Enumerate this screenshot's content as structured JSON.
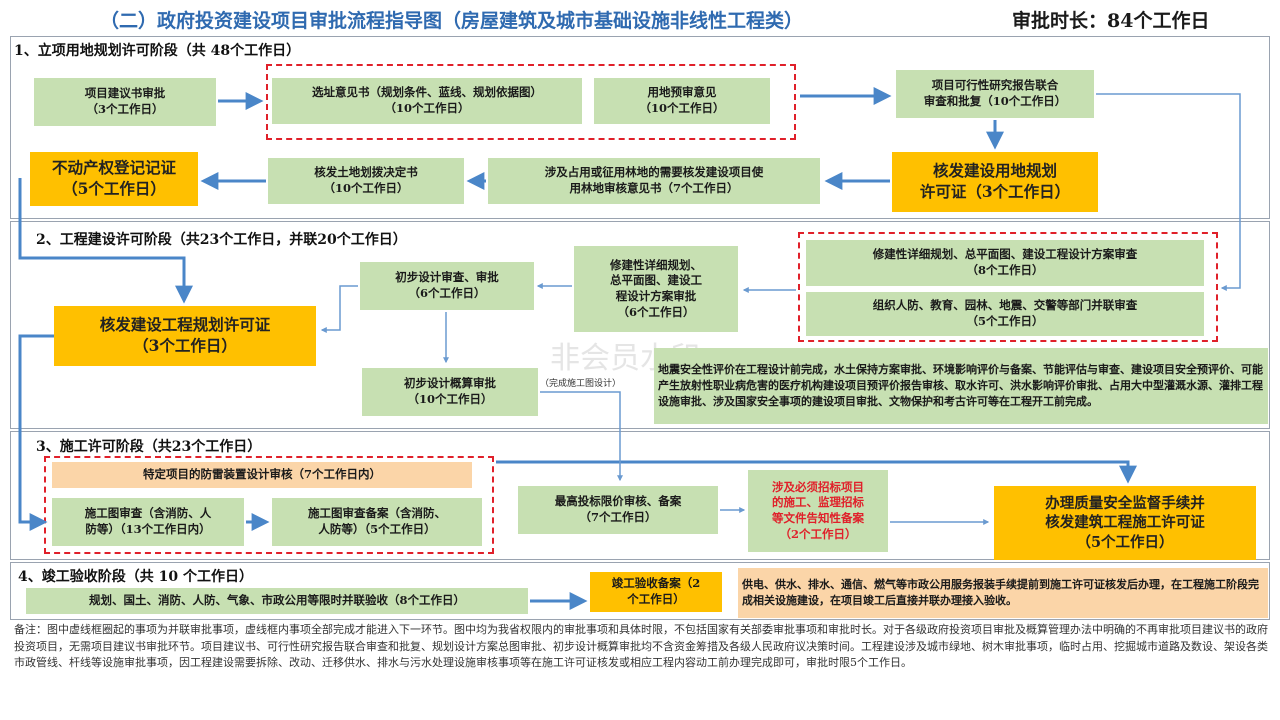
{
  "title": {
    "main": "（二）政府投资建设项目审批流程指导图（房屋建筑及城市基础设施非线性工程类）",
    "total_time": "审批时长：84个工作日"
  },
  "stages": [
    {
      "title": "1、立项用地规划许可阶段（共 48个工作日）"
    },
    {
      "title": "2、工程建设许可阶段（共23个工作日，并联20个工作日）"
    },
    {
      "title": "3、施工许可阶段（共23个工作日）"
    },
    {
      "title": "4、竣工验收阶段（共 10 个工作日）"
    }
  ],
  "stage1": {
    "proposal": "项目建议书审批\n（3个工作日）",
    "site_opinion": "选址意见书（规划条件、蓝线、规划依据图）\n（10个工作日）",
    "land_preaudit": "用地预审意见\n（10个工作日）",
    "feasibility": "项目可行性研究报告联合\n审查和批复（10个工作日）",
    "land_planning_permit": "核发建设用地规划\n许可证（3个工作日）",
    "forest_land": "涉及占用或征用林地的需要核发建设项目使\n用林地审核意见书（7个工作日）",
    "land_allocation": "核发土地划拨决定书\n（10个工作日）",
    "property_registration": "不动产权登记记证\n（5个工作日）"
  },
  "stage2": {
    "detail_plan_a": "修建性详细规划、总平面图、建设工程设计方案审查\n（8个工作日）",
    "joint_review": "组织人防、教育、园林、地震、交警等部门并联审查\n（5个工作日）",
    "detail_plan_b": "修建性详细规划、\n总平面图、建设工\n程设计方案审批\n（6个工作日）",
    "preliminary_design": "初步设计审查、审批\n（6个工作日）",
    "engineering_permit": "核发建设工程规划许可证\n（3个工作日）",
    "budget_estimate": "初步设计概算审批\n（10个工作日）",
    "construction_design_note": "（完成施工图设计）",
    "parallel_items": "地震安全性评价在工程设计前完成，水土保持方案审批、环境影响评价与备案、节能评估与审查、建设项目安全预评价、可能产生放射性职业病危害的医疗机构建设项目预评价报告审核、取水许可、洪水影响评价审批、占用大中型灌溉水源、灌排工程设施审批、涉及国家安全事项的建设项目审批、文物保护和考古许可等在工程开工前完成。"
  },
  "stage3": {
    "lightning": "特定项目的防雷装置设计审核（7个工作日内）",
    "drawing_review": "施工图审查（含消防、人\n防等）（13个工作日内）",
    "drawing_filing": "施工图审查备案（含消防、\n人防等）（5个工作日）",
    "max_bid_price": "最高投标限价审核、备案\n（7个工作日）",
    "bidding_notice": "涉及必须招标项目\n的施工、监理招标\n等文件告知性备案\n（2个工作日）",
    "construction_permit": "办理质量安全监督手续并\n核发建筑工程施工许可证\n（5个工作日）"
  },
  "stage4": {
    "joint_acceptance": "规划、国土、消防、人防、气象、市政公用等限时并联验收（8个工作日）",
    "completion_filing": "竣工验收备案（2\n个工作日）",
    "utilities": "供电、供水、排水、通信、燃气等市政公用服务报装手续提前到施工许可证核发后办理，在工程施工阶段完成相关设施建设，在项目竣工后直接并联办理接入验收。"
  },
  "footnote": "备注：图中虚线框圈起的事项为并联审批事项，虚线框内事项全部完成才能进入下一环节。图中均为我省权限内的审批事项和具体时限，不包括国家有关部委审批事项和审批时长。对于各级政府投资项目审批及概算管理办法中明确的不再审批项目建议书的政府投资项目，无需项目建议书审批环节。项目建议书、可行性研究报告联合审查和批复、规划设计方案总图审批、初步设计概算审批均不含资金筹措及各级人民政府议决策时间。工程建设涉及城市绿地、树木审批事项，临时占用、挖掘城市道路及数设、架设各类市政管线、杆线等设施审批事项，因工程建设需要拆除、改动、迁移供水、排水与污水处理设施审核事项等在施工许可证核发或相应工程内容动工前办理完成即可，审批时限5个工作日。",
  "watermark": "非会员水印",
  "colors": {
    "green_box": "#c7e0b2",
    "orange_box": "#ffc000",
    "pale_orange_box": "#fbd5a8",
    "arrow_blue": "#4a86c8",
    "dash_red": "#e0202a",
    "title_blue": "#2f6ab0"
  }
}
